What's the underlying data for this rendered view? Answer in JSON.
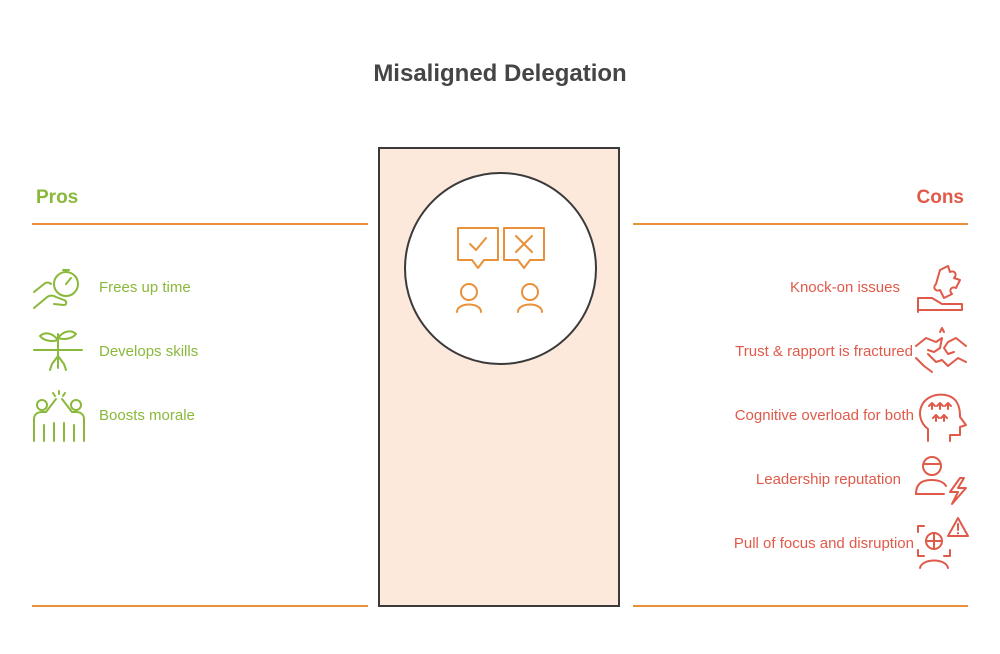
{
  "title": "Misaligned Delegation",
  "pros": {
    "heading": "Pros",
    "items": [
      {
        "label": "Frees up time",
        "icon": "stopwatch-hand-icon"
      },
      {
        "label": "Develops skills",
        "icon": "sprout-icon"
      },
      {
        "label": "Boosts morale",
        "icon": "high-five-icon"
      }
    ]
  },
  "cons": {
    "heading": "Cons",
    "items": [
      {
        "label": "Knock-on issues",
        "icon": "puzzle-hand-icon"
      },
      {
        "label": "Trust & rapport is fractured",
        "icon": "broken-handshake-icon"
      },
      {
        "label": "Cognitive overload for both",
        "icon": "head-arrows-icon"
      },
      {
        "label": "Leadership reputation",
        "icon": "person-lightning-icon"
      },
      {
        "label": "Pull of focus and disruption",
        "icon": "focus-warning-icon"
      }
    ]
  },
  "center": {
    "icon": "approve-reject-people-icon"
  },
  "colors": {
    "pros": "#8ab83a",
    "cons": "#e05a4a",
    "accent": "#e8913a",
    "center_fill": "#fde9dc",
    "outline": "#3a3a3a"
  }
}
